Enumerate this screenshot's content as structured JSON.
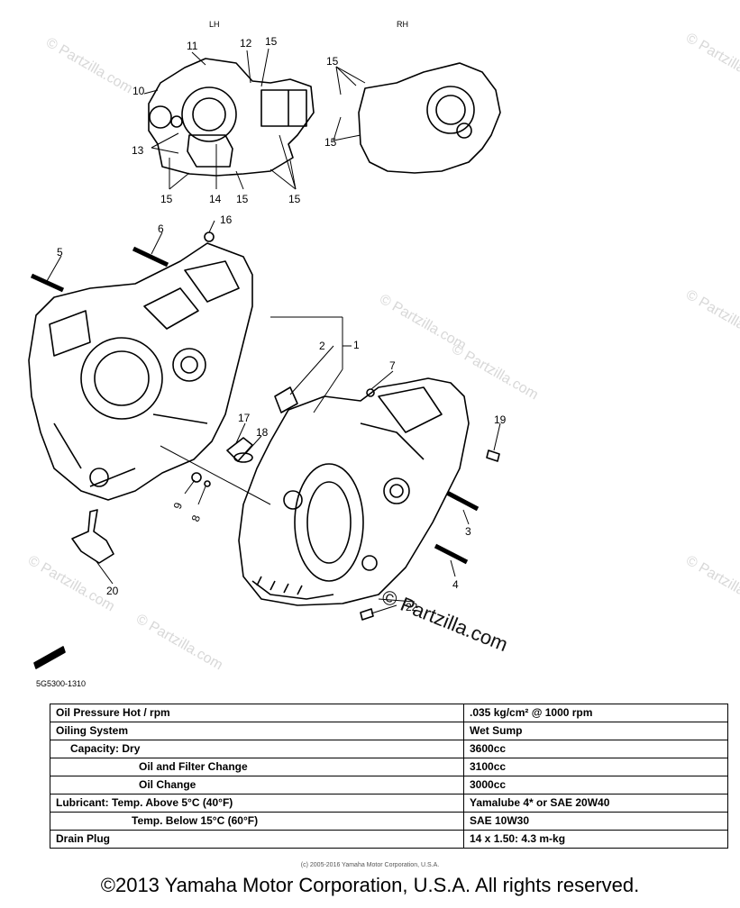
{
  "diagram": {
    "side_labels": {
      "lh": "LH",
      "rh": "RH"
    },
    "diagram_code": "5G5300-1310",
    "watermark": "© Partzilla.com",
    "callouts": [
      "1",
      "2",
      "3",
      "4",
      "5",
      "6",
      "7",
      "8",
      "9",
      "10",
      "11",
      "12",
      "13",
      "14",
      "15",
      "16",
      "17",
      "18",
      "19",
      "20",
      "22"
    ],
    "labels": {
      "p1": "1",
      "p2": "2",
      "p3": "3",
      "p4": "4",
      "p5": "5",
      "p6": "6",
      "p7": "7",
      "p8": "8",
      "p9": "9",
      "p10": "10",
      "p11": "11",
      "p12": "12",
      "p13": "13",
      "p14": "14",
      "p15": "15",
      "p16": "16",
      "p17": "17",
      "p18": "18",
      "p19": "19",
      "p20": "20",
      "p22": "22"
    }
  },
  "spec_table": {
    "rows": [
      {
        "name": "Oil Pressure Hot / rpm",
        "value": ".035 kg/cm² @ 1000 rpm"
      },
      {
        "name": "Oiling System",
        "value": "Wet Sump"
      },
      {
        "name": "Capacity: Dry",
        "value": "3600cc"
      },
      {
        "name": "Oil and Filter Change",
        "value": "3100cc"
      },
      {
        "name": "Oil Change",
        "value": "3000cc"
      },
      {
        "name": "Lubricant: Temp. Above 5°C (40°F)",
        "value": "Yamalube 4* or SAE 20W40"
      },
      {
        "name": "Temp. Below 15°C (60°F)",
        "value": "SAE 10W30"
      },
      {
        "name": "Drain Plug",
        "value": "14 x 1.50: 4.3 m-kg"
      }
    ]
  },
  "footer": {
    "small_copyright": "(c) 2005-2016 Yamaha Motor Corporation, U.S.A.",
    "copyright": "©2013 Yamaha Motor Corporation, U.S.A. All rights reserved."
  }
}
